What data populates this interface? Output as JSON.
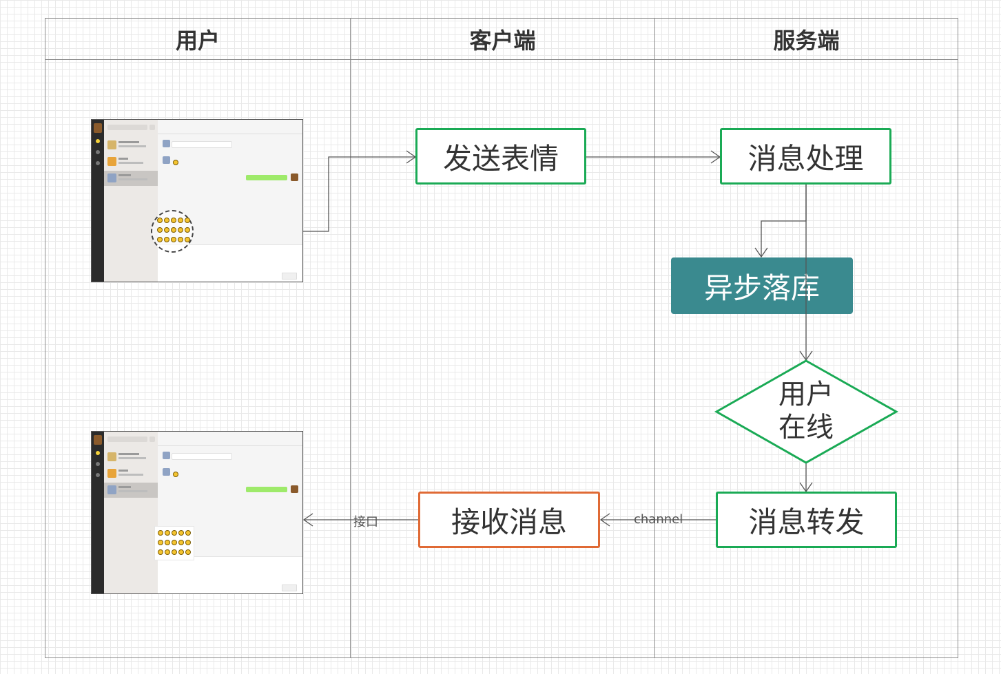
{
  "lanes": {
    "user": "用户",
    "client": "客户端",
    "server": "服务端"
  },
  "nodes": {
    "send_emoji": "发送表情",
    "msg_process": "消息处理",
    "async_store": "异步落库",
    "user_online_line1": "用户",
    "user_online_line2": "在线",
    "msg_forward": "消息转发",
    "receive_msg": "接收消息"
  },
  "edges": {
    "channel": "channel",
    "interface": "接口"
  },
  "colors": {
    "green": "#1aaa55",
    "orange": "#e06a35",
    "teal": "#3a8a8f",
    "line": "#555555"
  },
  "icons": {
    "emoji": "smiley-icon"
  }
}
